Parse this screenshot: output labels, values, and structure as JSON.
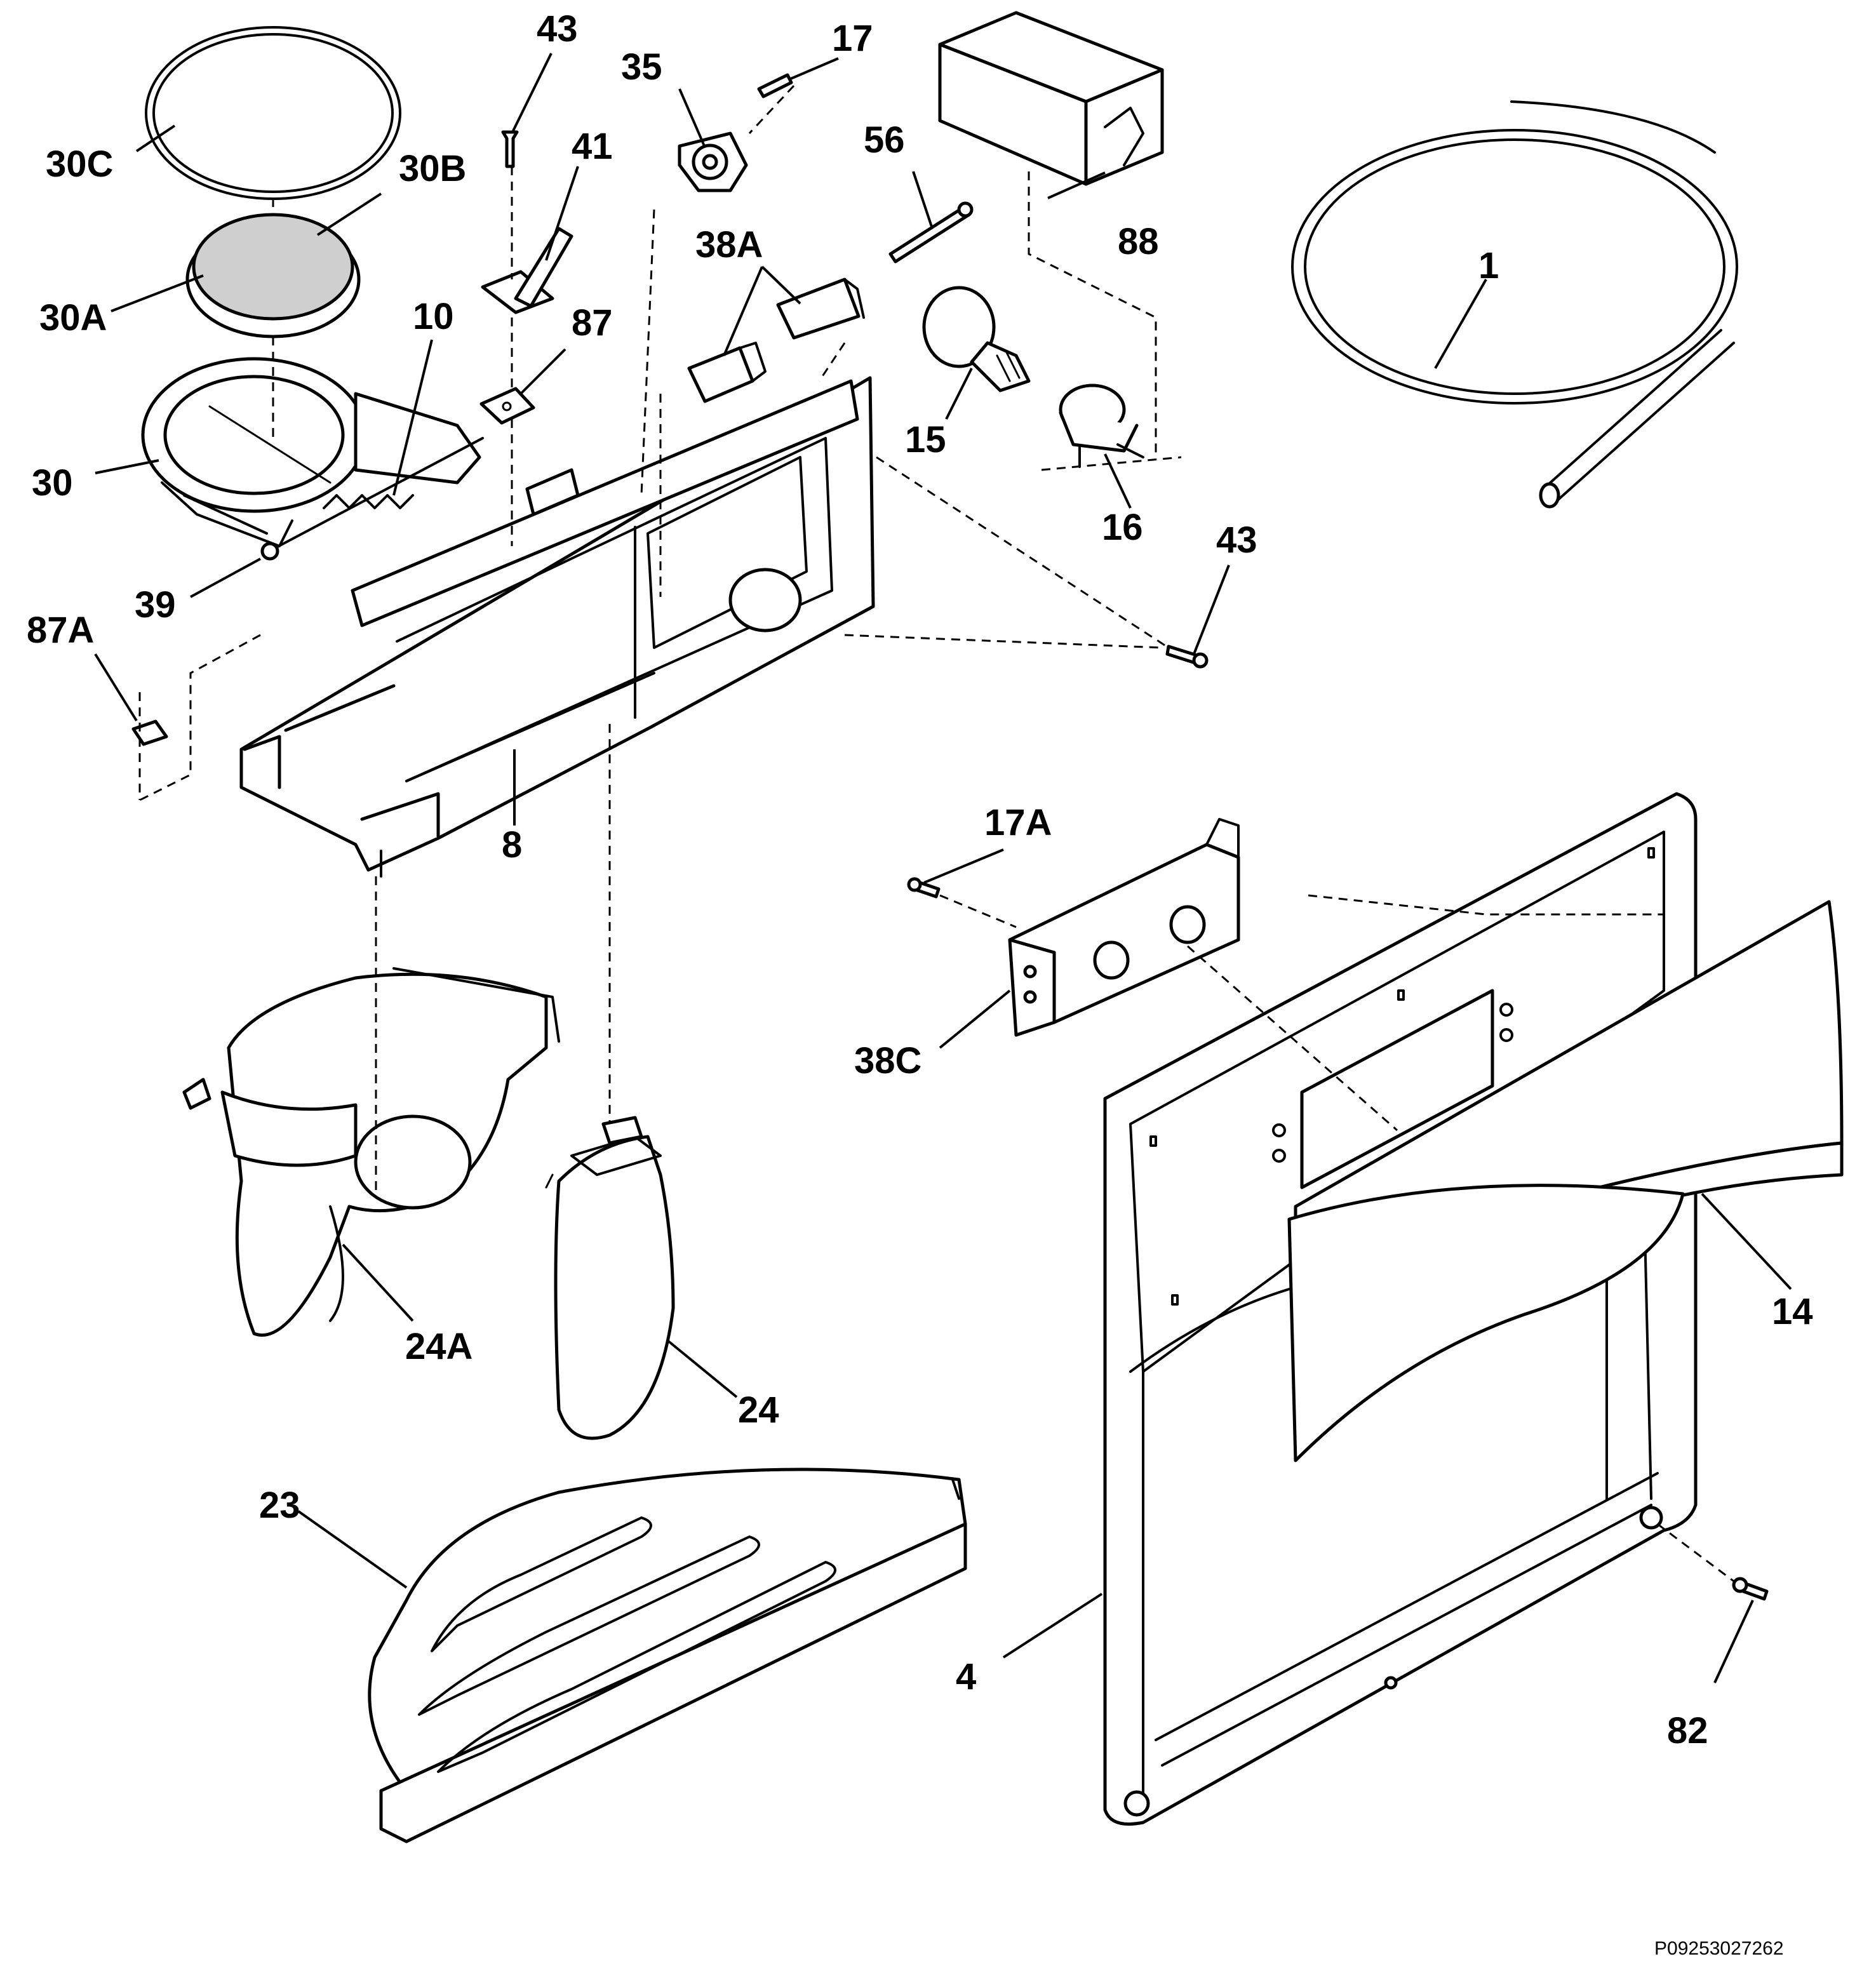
{
  "callouts": {
    "c43a": "43",
    "c17": "17",
    "c35": "35",
    "c56": "56",
    "c88": "88",
    "c30c": "30C",
    "c30b": "30B",
    "c41": "41",
    "c38a": "38A",
    "c1": "1",
    "c30a": "30A",
    "c10": "10",
    "c87": "87",
    "c15": "15",
    "c16": "16",
    "c30": "30",
    "c39": "39",
    "c43b": "43",
    "c87a": "87A",
    "c8": "8",
    "c17a": "17A",
    "c38c": "38C",
    "c14": "14",
    "c24a": "24A",
    "c24": "24",
    "c23": "23",
    "c4": "4",
    "c82": "82"
  },
  "drawing_code": "P09253027262",
  "colors": {
    "ink": "#000000",
    "paper": "#ffffff",
    "lens_fill": "#cfcfcf"
  }
}
